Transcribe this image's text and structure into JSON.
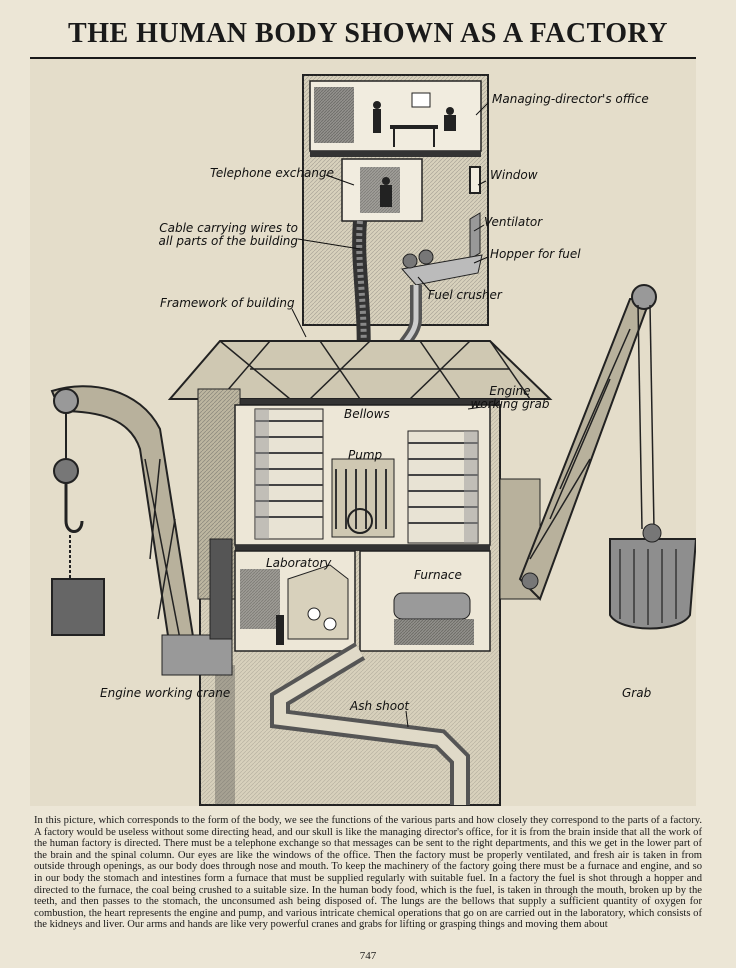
{
  "page": {
    "title": "THE HUMAN BODY SHOWN AS A FACTORY",
    "page_number": "747"
  },
  "labels": {
    "managing_directors_office": "Managing-director's office",
    "telephone_exchange": "Telephone exchange",
    "window": "Window",
    "ventilator": "Ventilator",
    "cable": "Cable carrying wires to all parts of the building",
    "hopper_for_fuel": "Hopper for fuel",
    "fuel_crusher": "Fuel crusher",
    "framework_of_building": "Framework of building",
    "engine_working_grab": "Engine working grab",
    "bellows": "Bellows",
    "pump": "Pump",
    "laboratory": "Laboratory",
    "furnace": "Furnace",
    "engine_working_crane": "Engine working crane",
    "grab": "Grab",
    "ash_shoot": "Ash shoot"
  },
  "caption": "In this picture, which corresponds to the form of the body, we see the functions of the various parts and how closely they correspond to the parts of a factory. A factory would be useless without some directing head, and our skull is like the managing director's office, for it is from the brain inside that all the work of the human factory is directed. There must be a telephone exchange so that messages can be sent to the right departments, and this we get in the lower part of the brain and the spinal column. Our eyes are like the windows of the office. Then the factory must be properly ventilated, and fresh air is taken in from outside through openings, as our body does through nose and mouth. To keep the machinery of the factory going there must be a furnace and engine, and so in our body the stomach and intestines form a furnace that must be supplied regularly with suitable fuel. In a factory the fuel is shot through a hopper and directed to the furnace, the coal being crushed to a suitable size. In the human body food, which is the fuel, is taken in through the mouth, broken up by the teeth, and then passes to the stomach, the unconsumed ash being disposed of. The lungs are the bellows that supply a sufficient quantity of oxygen for combustion, the heart represents the engine and pump, and various intricate chemical operations that go on are carried out in the laboratory, which consists of the kidneys and liver. Our arms and hands are like very powerful cranes and grabs for lifting or grasping things and moving them about"
}
